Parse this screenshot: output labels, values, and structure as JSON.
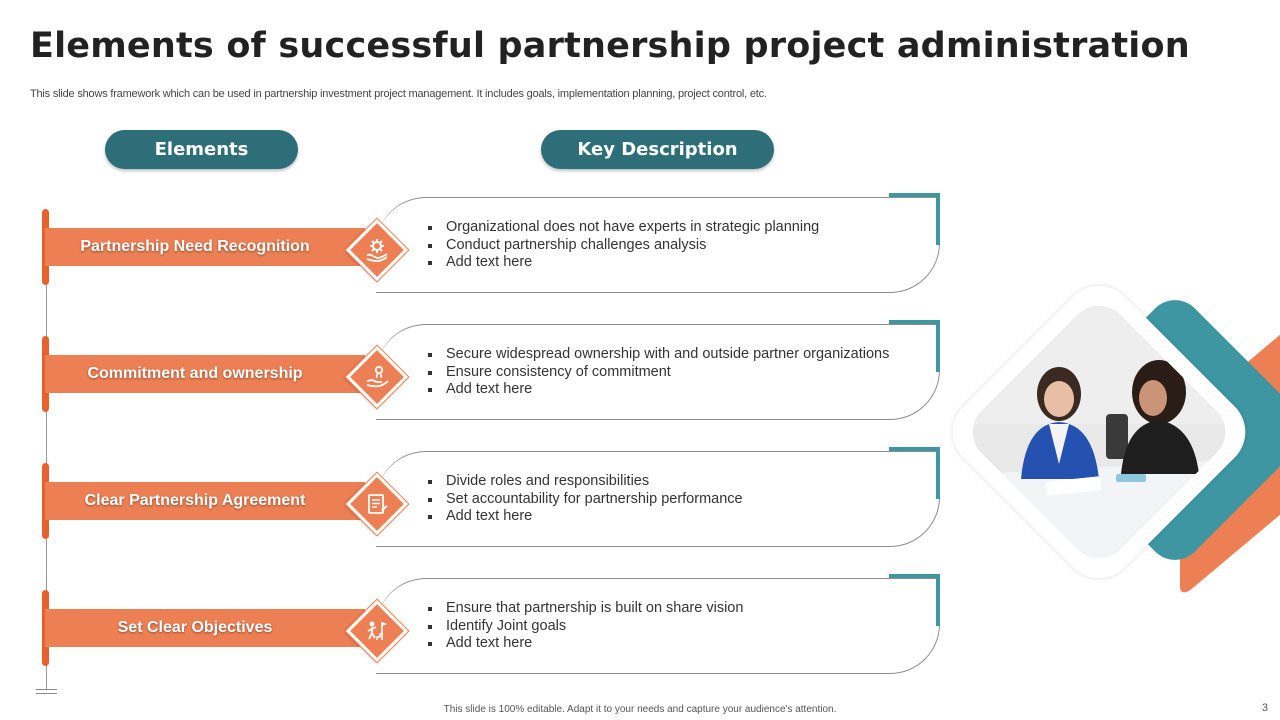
{
  "title": "Elements of successful partnership project administration",
  "subtitle": "This slide shows framework which can be used in partnership investment project management. It includes goals, implementation planning, project control, etc.",
  "headers": {
    "elements": "Elements",
    "key_description": "Key Description"
  },
  "rows": [
    {
      "label": "Partnership Need Recognition",
      "icon": "gear-hand-icon",
      "bullets": [
        "Organizational does not have experts in strategic planning",
        "Conduct partnership challenges analysis",
        "Add text here"
      ]
    },
    {
      "label": "Commitment and ownership",
      "icon": "hand-award-icon",
      "bullets": [
        "Secure widespread ownership with and outside partner organizations",
        "Ensure consistency of commitment",
        "Add text here"
      ]
    },
    {
      "label": "Clear Partnership Agreement",
      "icon": "document-icon",
      "bullets": [
        "Divide roles and responsibilities",
        "Set accountability for partnership performance",
        "Add text here"
      ]
    },
    {
      "label": "Set Clear Objectives",
      "icon": "person-goal-icon",
      "bullets": [
        "Ensure that partnership is built on share vision",
        "Identify Joint goals",
        "Add text here"
      ]
    }
  ],
  "footer": "This slide is 100% editable.  Adapt it to your needs and capture your audience's attention.",
  "page_number": "3",
  "colors": {
    "orange": "#ec7f53",
    "orange_dark": "#e8612c",
    "teal": "#2e6e78",
    "teal_light": "#3e96a3"
  }
}
